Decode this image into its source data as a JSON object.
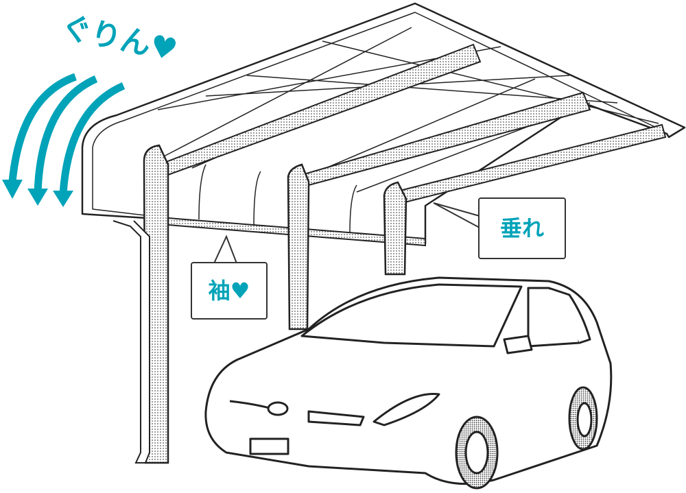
{
  "annotations": {
    "rotation_label": "ぐりん♥",
    "sleeve_label": "袖♥",
    "sag_label": "垂れ"
  },
  "colors": {
    "accent": "#00a3b8",
    "line": "#222222",
    "screen": "#d8d8d8"
  },
  "icons": [
    "curved-arrow-icon",
    "heart-icon"
  ]
}
